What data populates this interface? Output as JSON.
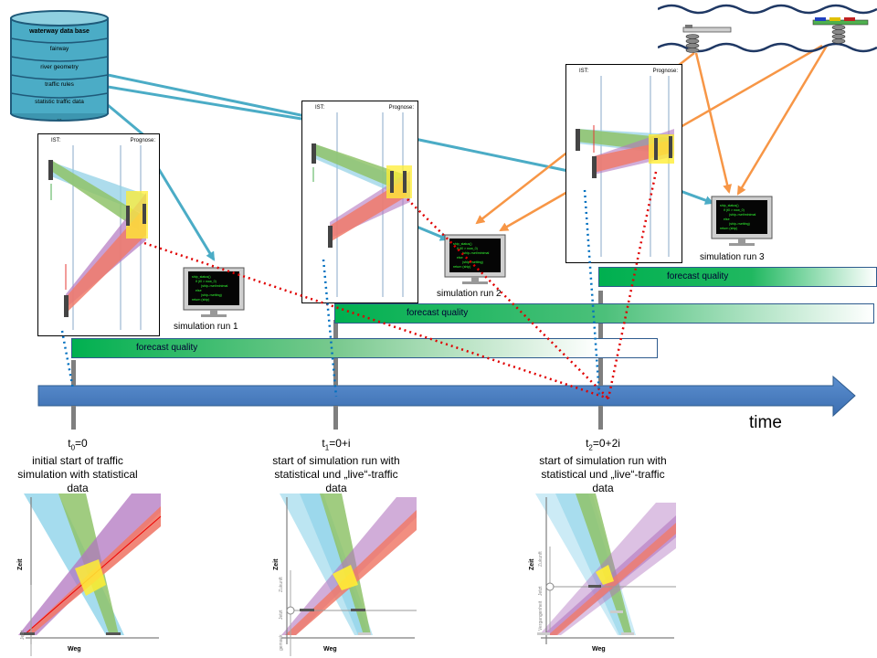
{
  "database": {
    "title": "waterway data base",
    "items": [
      "fairway",
      "river geometry",
      "traffic rules",
      "statistic traffic data",
      "..."
    ]
  },
  "snapshot": {
    "ist_label": "IST:",
    "prognose_label": "Prognose:"
  },
  "monitor": {
    "code_lines": [
      "ship_status()",
      "if (t0 > now_0)",
      "(ship->set/minimal",
      "else",
      "(ship->setting)",
      "return (ship)"
    ]
  },
  "simulation_runs": [
    "simulation run 1",
    "simulation run 2",
    "simulation run 3"
  ],
  "forecast_bars": [
    "forecast quality",
    "forecast quality",
    "forecast quality"
  ],
  "time_label": "time",
  "time_points": [
    {
      "t_main": "t",
      "t_sub": "0",
      "t_rest": "=0",
      "desc": [
        "initial start of traffic",
        "simulation with statistical",
        "data"
      ]
    },
    {
      "t_main": "t",
      "t_sub": "1",
      "t_rest": "=0+i",
      "desc": [
        "start of simulation run with",
        "statistical und „live“-traffic",
        "data"
      ]
    },
    {
      "t_main": "t",
      "t_sub": "2",
      "t_rest": "=0+2i",
      "desc": [
        "start of simulation run with",
        "statistical und „live“-traffic",
        "data"
      ]
    }
  ],
  "mini_charts": {
    "x_label": "Weg",
    "y_label": "Zeit",
    "chart1_axis": [
      "Jetzt"
    ],
    "chart2_axis": [
      "Zukunft",
      "Jetzt",
      "gemsek"
    ],
    "chart3_axis": [
      "Zukunft",
      "Jetzt",
      "Vergangenheit"
    ]
  },
  "colors": {
    "db_fill": "#4bacc6",
    "db_dark": "#1f5a7a",
    "timeline": "#4f81bd",
    "forecast_start": "#00b050",
    "forecast_end": "#ffffff",
    "arrow_teal": "#4bacc6",
    "arrow_orange": "#f79646",
    "dotted_red": "#e00000",
    "dotted_blue": "#0070c0"
  }
}
